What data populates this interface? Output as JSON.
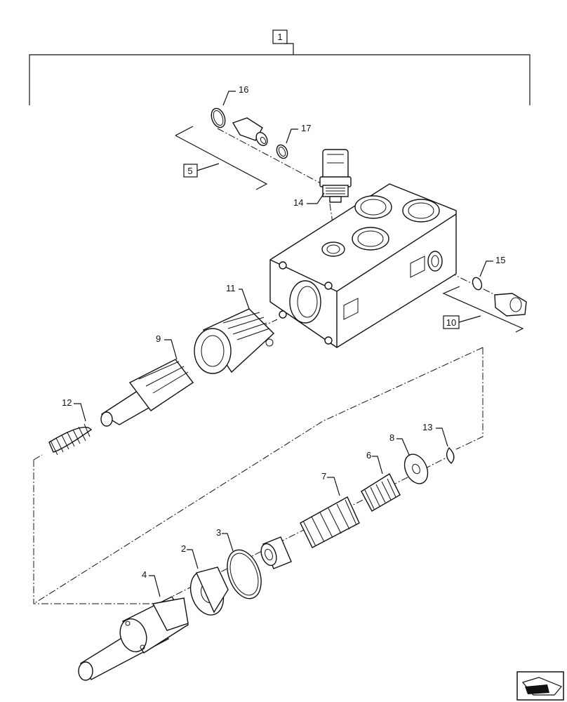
{
  "callouts": {
    "c1": "1",
    "c2": "2",
    "c3": "3",
    "c4": "4",
    "c5": "5",
    "c6": "6",
    "c7": "7",
    "c8": "8",
    "c9": "9",
    "c10": "10",
    "c11": "11",
    "c12": "12",
    "c13": "13",
    "c14": "14",
    "c15": "15",
    "c16": "16",
    "c17": "17"
  },
  "colors": {
    "line": "#111111",
    "background": "#ffffff"
  },
  "icons": {
    "nav": "exploded-view-arrow-icon"
  }
}
